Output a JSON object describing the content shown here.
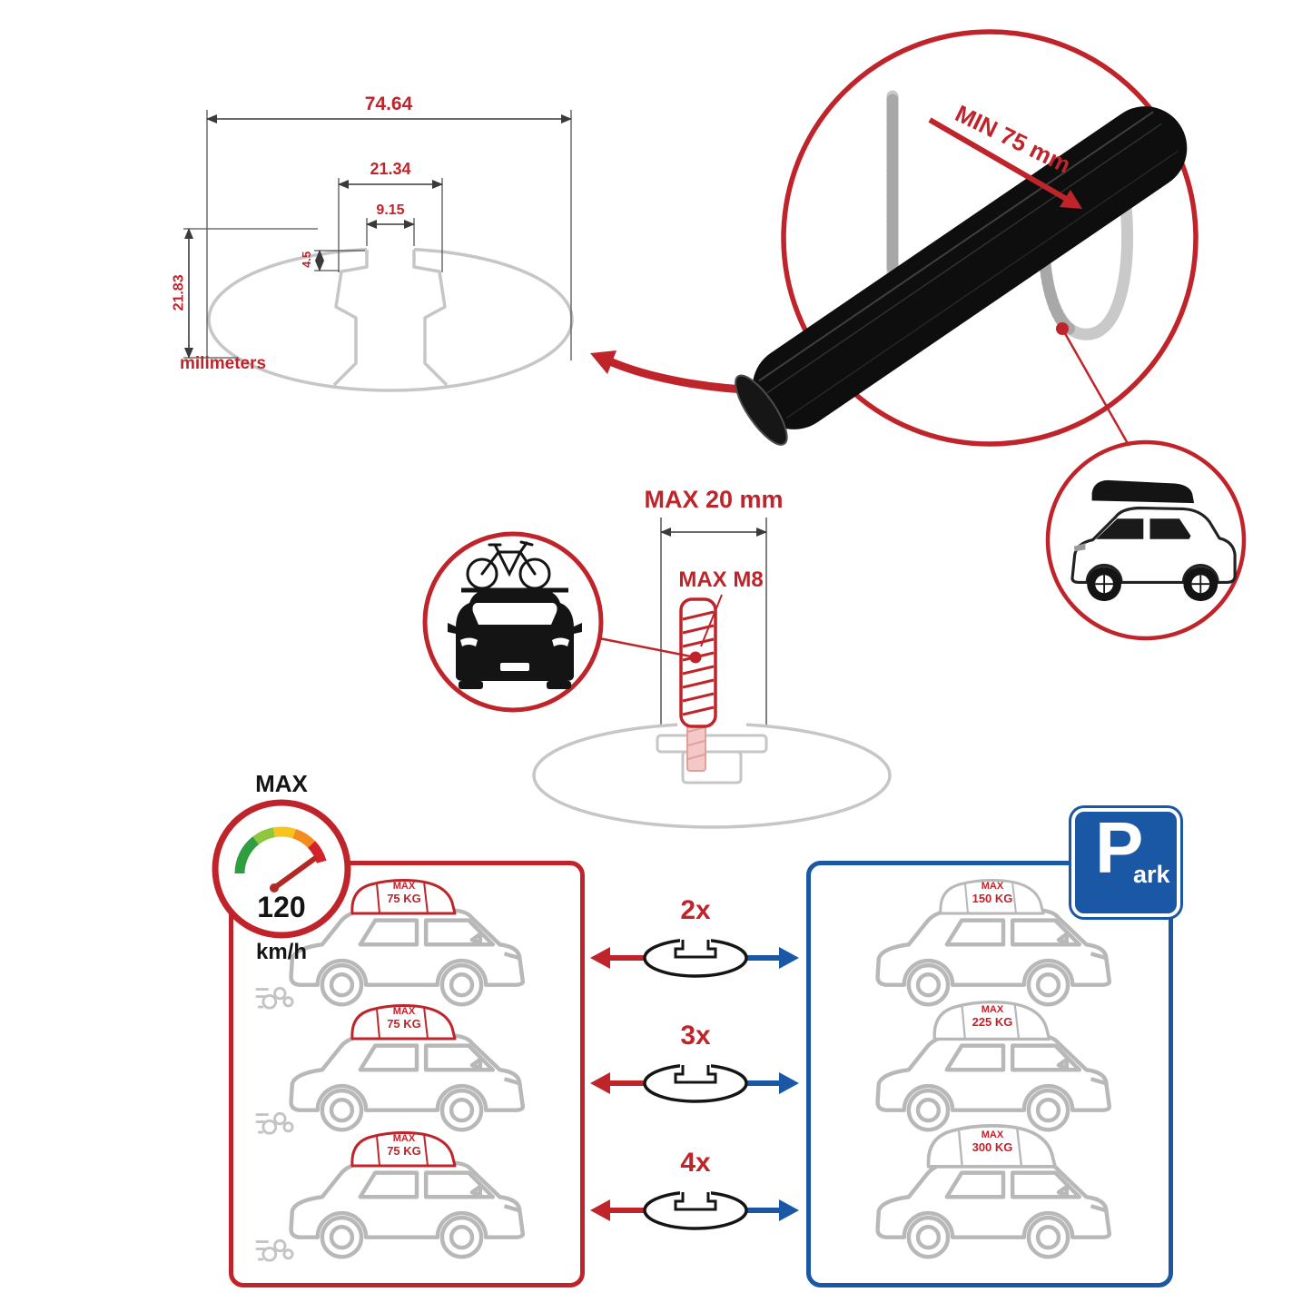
{
  "colors": {
    "accent_red": "#c0242b",
    "accent_blue": "#1a57a5",
    "outline_gray": "#c6c6c6",
    "bar_black": "#0e0e0e"
  },
  "dimension_diagram": {
    "total_width": "74.64",
    "slot_outer_width": "21.34",
    "slot_opening_width": "9.15",
    "lip_depth": "4.5",
    "total_height": "21.83",
    "units_label": "milimeters"
  },
  "clamp_detail": {
    "min_clearance_label": "MIN 75 mm"
  },
  "bolt_detail": {
    "max_length_label": "MAX 20 mm",
    "max_thread_label": "MAX M8"
  },
  "speed_limit": {
    "heading": "MAX",
    "value": "120",
    "units": "km/h"
  },
  "park_sign": {
    "letter": "P",
    "suffix": "ark"
  },
  "load_rows": [
    {
      "multiplier": "2x",
      "moving_label_top": "MAX",
      "moving_label_bottom": "75 KG",
      "parked_label_top": "MAX",
      "parked_label_bottom": "150 KG"
    },
    {
      "multiplier": "3x",
      "moving_label_top": "MAX",
      "moving_label_bottom": "75 KG",
      "parked_label_top": "MAX",
      "parked_label_bottom": "225 KG"
    },
    {
      "multiplier": "4x",
      "moving_label_top": "MAX",
      "moving_label_bottom": "75 KG",
      "parked_label_top": "MAX",
      "parked_label_bottom": "300 KG"
    }
  ]
}
